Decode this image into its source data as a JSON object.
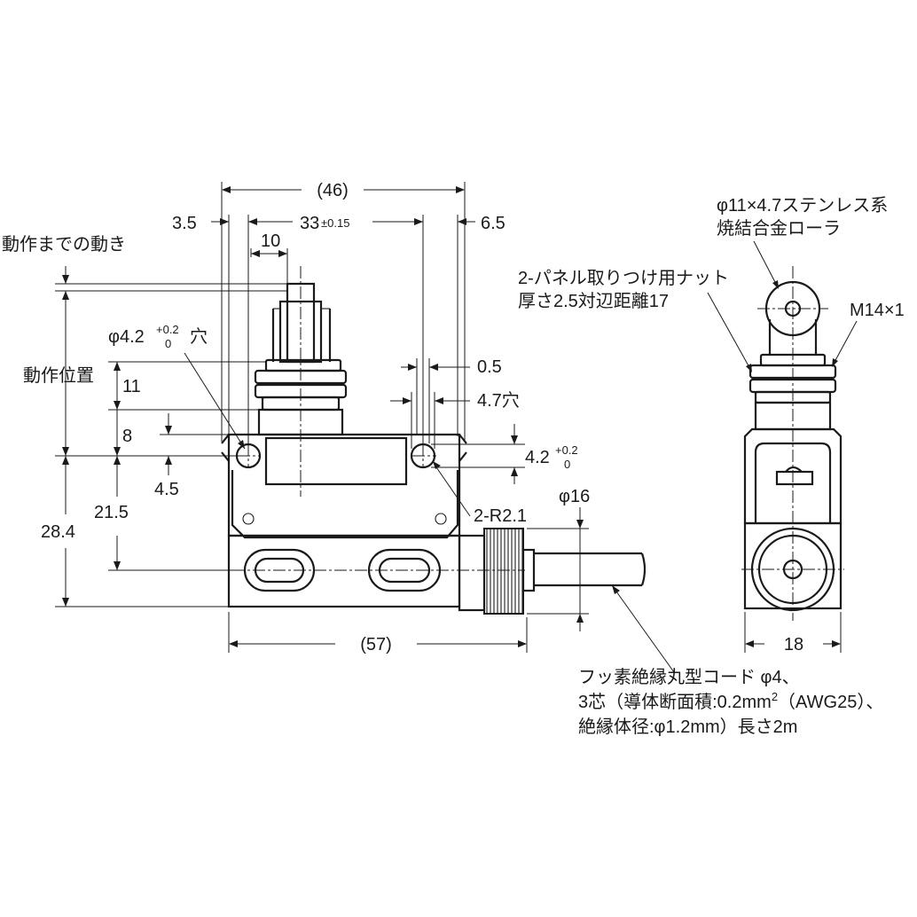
{
  "labels": {
    "overall_width": "(46)",
    "left_offset": "3.5",
    "hole_pitch": "33",
    "hole_pitch_tol": "±0.15",
    "right_offset": "6.5",
    "plunger_width": "10",
    "pretravel": "動作までの動き",
    "left_hole": "φ4.2",
    "left_hole_tol_upper": "+0.2",
    "left_hole_tol_lower": "0",
    "left_hole_suffix": "穴",
    "operating_position": "動作位置",
    "dim_11": "11",
    "dim_8": "8",
    "dim_4_5": "4.5",
    "dim_21_5": "21.5",
    "dim_28_4": "28.4",
    "dim_0_5": "0.5",
    "dim_4_7": "4.7穴",
    "right_hole": "4.2",
    "right_hole_tol_upper": "+0.2",
    "right_hole_tol_lower": "0",
    "corner_radius": "2-R2.1",
    "cord_diameter": "φ16",
    "overall_length": "(57)",
    "side_width": "18",
    "roller_line1": "φ11×4.7ステンレス系",
    "roller_line2": "焼結合金ローラ",
    "nut_line1": "2-パネル取りつけ用ナット",
    "nut_line2": "厚さ2.5対辺距離17",
    "thread": "M14×1",
    "cord_line1": "フッ素絶縁丸型コード φ4、",
    "cord_line2_a": "3芯（導体断面積:0.2mm",
    "cord_line2_sup": "2",
    "cord_line2_b": "（AWG25）、",
    "cord_line3": "絶縁体径:φ1.2mm）長さ2m"
  }
}
